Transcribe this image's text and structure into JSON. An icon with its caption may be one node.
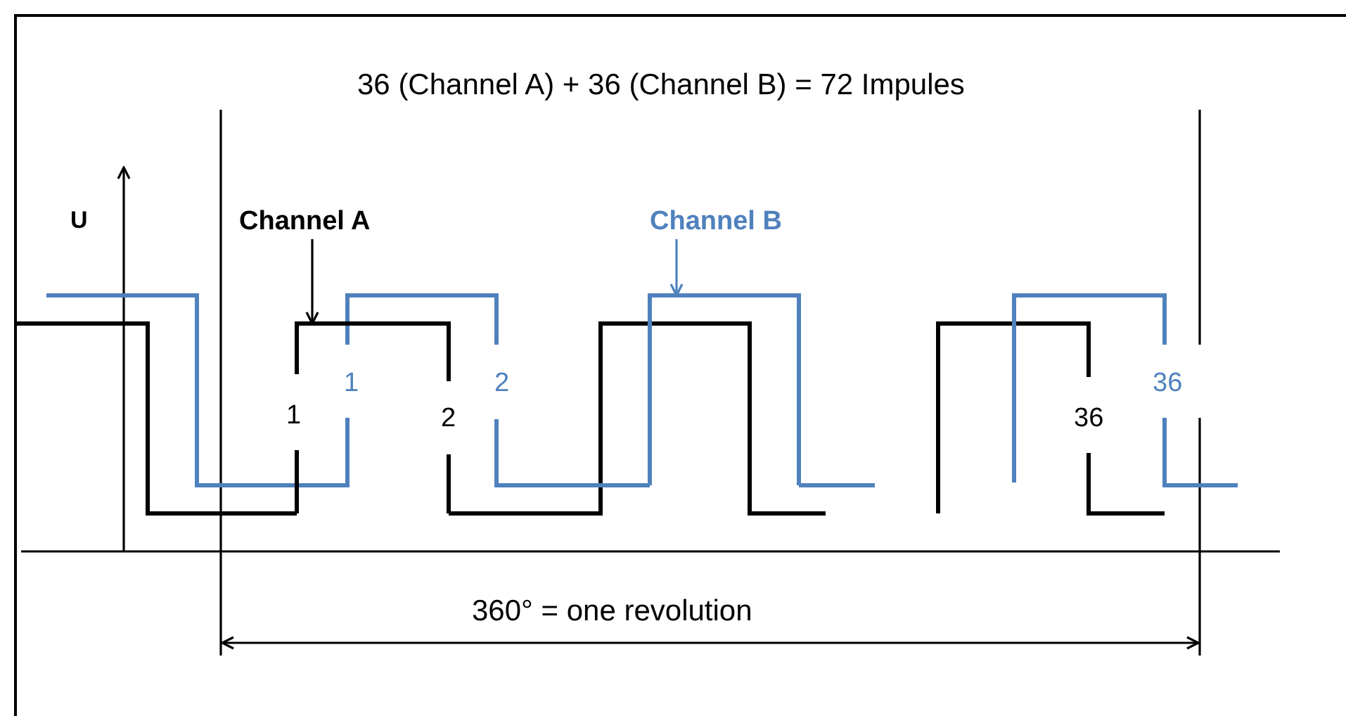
{
  "diagram": {
    "title": "36 (Channel A) + 36 (Channel B) = 72 Impules",
    "nodes": [
      {
        "text": [
          "Channel A"
        ]
      },
      {
        "text": [],
        "shape": "line"
      },
      {
        "text": [
          "Channel B"
        ]
      },
      {
        "text": [],
        "shape": "line"
      }
    ],
    "edges": [
      {
        "from": 0,
        "to": 1,
        "arrow": "to"
      },
      {
        "from": 2,
        "to": 3,
        "arrow": "to",
        "color": "#4f81bd"
      }
    ],
    "labels": [
      "U",
      "1",
      "1",
      "2",
      "2",
      "36",
      "36",
      "360° = one revolution"
    ]
  }
}
